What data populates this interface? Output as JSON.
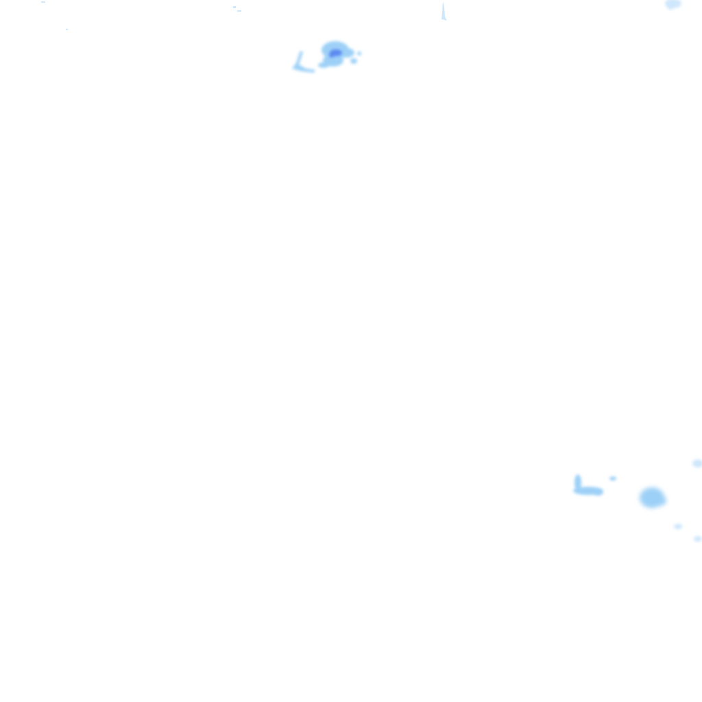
{
  "map": {
    "layer": "precipitation-radar",
    "background_color": "#ffffff",
    "intensity_colors": {
      "light": "#cfe7fb",
      "moderate": "#9dd0f7",
      "heavy": "#5c8af0"
    },
    "echoes": [
      {
        "name": "echo-top-left-speck",
        "intensity": "light"
      },
      {
        "name": "echo-top-center-streak",
        "intensity": "light"
      },
      {
        "name": "echo-top-right-cluster",
        "intensity": "light"
      },
      {
        "name": "echo-upper-cell-core",
        "intensity": "heavy"
      },
      {
        "name": "echo-upper-cell-halo",
        "intensity": "moderate"
      },
      {
        "name": "echo-upper-tail",
        "intensity": "moderate"
      },
      {
        "name": "echo-lower-right-band",
        "intensity": "moderate"
      },
      {
        "name": "echo-lower-right-cell",
        "intensity": "moderate"
      },
      {
        "name": "echo-lower-right-fringe",
        "intensity": "light"
      }
    ]
  }
}
